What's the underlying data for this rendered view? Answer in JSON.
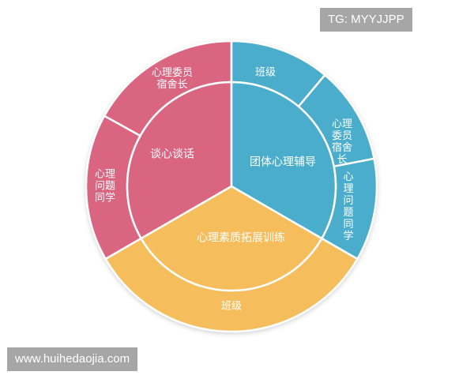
{
  "watermarks": {
    "top_right": "TG: MYYJJPP",
    "bottom_left": "www.huihedaojia.com"
  },
  "colors": {
    "pink": "#da6581",
    "blue": "#4aadcc",
    "yellow": "#f6bd5c",
    "separator": "#ffffff"
  },
  "diagram": {
    "inner": [
      {
        "label": "谈心谈话",
        "color": "pink"
      },
      {
        "label": "团体心理辅导",
        "color": "blue"
      },
      {
        "label": "心理素质拓展训练",
        "color": "yellow"
      }
    ],
    "outer": [
      {
        "lines": [
          "心理委员",
          "宿舍长"
        ],
        "color": "pink"
      },
      {
        "lines": [
          "心理",
          "问题",
          "同学"
        ],
        "color": "pink"
      },
      {
        "lines": [
          "班级"
        ],
        "color": "blue"
      },
      {
        "lines": [
          "心理",
          "委员",
          "宿舍",
          "长"
        ],
        "color": "blue"
      },
      {
        "lines": [
          "心",
          "理",
          "问",
          "题",
          "同",
          "学"
        ],
        "color": "blue"
      },
      {
        "lines": [
          "班级"
        ],
        "color": "yellow"
      }
    ]
  }
}
